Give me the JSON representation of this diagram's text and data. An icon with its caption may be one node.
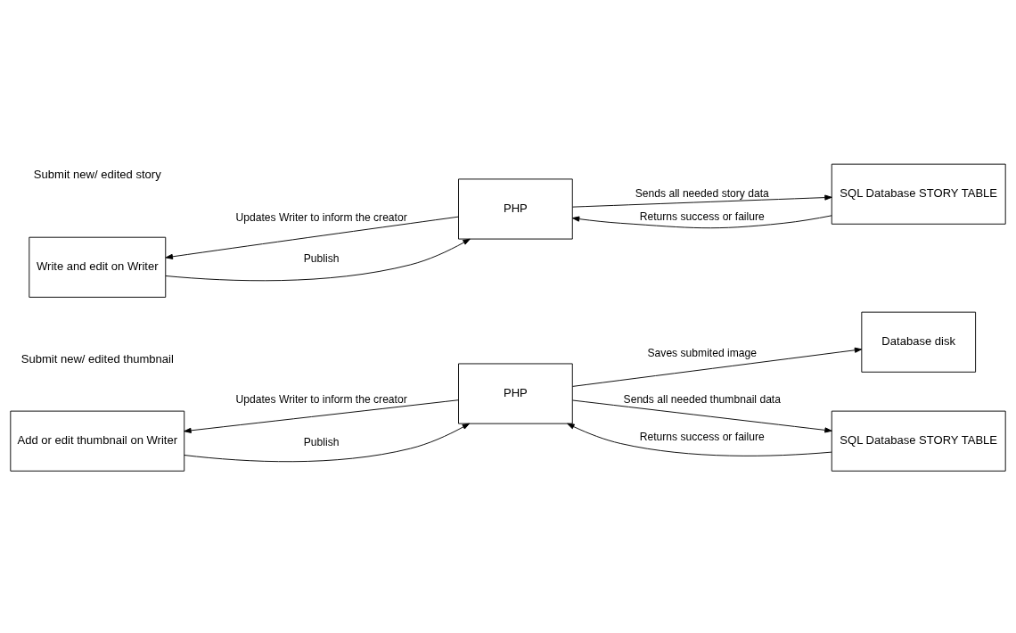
{
  "diagram": {
    "nodes": [
      {
        "text": [
          "Write and edit on Writer"
        ]
      },
      {
        "text": [
          "PHP"
        ]
      },
      {
        "text": [
          "SQL Database STORY TABLE"
        ]
      },
      {
        "text": [
          "Add or edit thumbnail on Writer"
        ]
      },
      {
        "text": [
          "PHP"
        ]
      },
      {
        "text": [
          "Database disk"
        ]
      },
      {
        "text": [
          "SQL Database STORY TABLE"
        ]
      }
    ],
    "edges": [
      {
        "from": 0,
        "to": 1,
        "arrow": "to",
        "label": "Publish"
      },
      {
        "from": 1,
        "to": 2,
        "arrow": "to",
        "label": "Sends all needed story data"
      },
      {
        "from": 1,
        "to": 0,
        "arrow": "to",
        "label": "Updates Writer to inform the creator"
      },
      {
        "from": 2,
        "to": 1,
        "arrow": "to",
        "label": "Returns success or failure"
      },
      {
        "from": 4,
        "to": 5,
        "arrow": "to",
        "label": "Saves submited image"
      },
      {
        "from": 3,
        "to": 4,
        "arrow": "to",
        "label": "Publish"
      },
      {
        "from": 4,
        "to": 6,
        "arrow": "to",
        "label": "Sends all needed thumbnail data"
      },
      {
        "from": 4,
        "to": 3,
        "arrow": "to",
        "label": "Updates Writer to inform the creator"
      },
      {
        "from": 6,
        "to": 4,
        "arrow": "to",
        "label": "Returns success or failure"
      }
    ],
    "labels": [
      "Submit new/ edited story",
      "Submit new/ edited thumbnail"
    ]
  }
}
